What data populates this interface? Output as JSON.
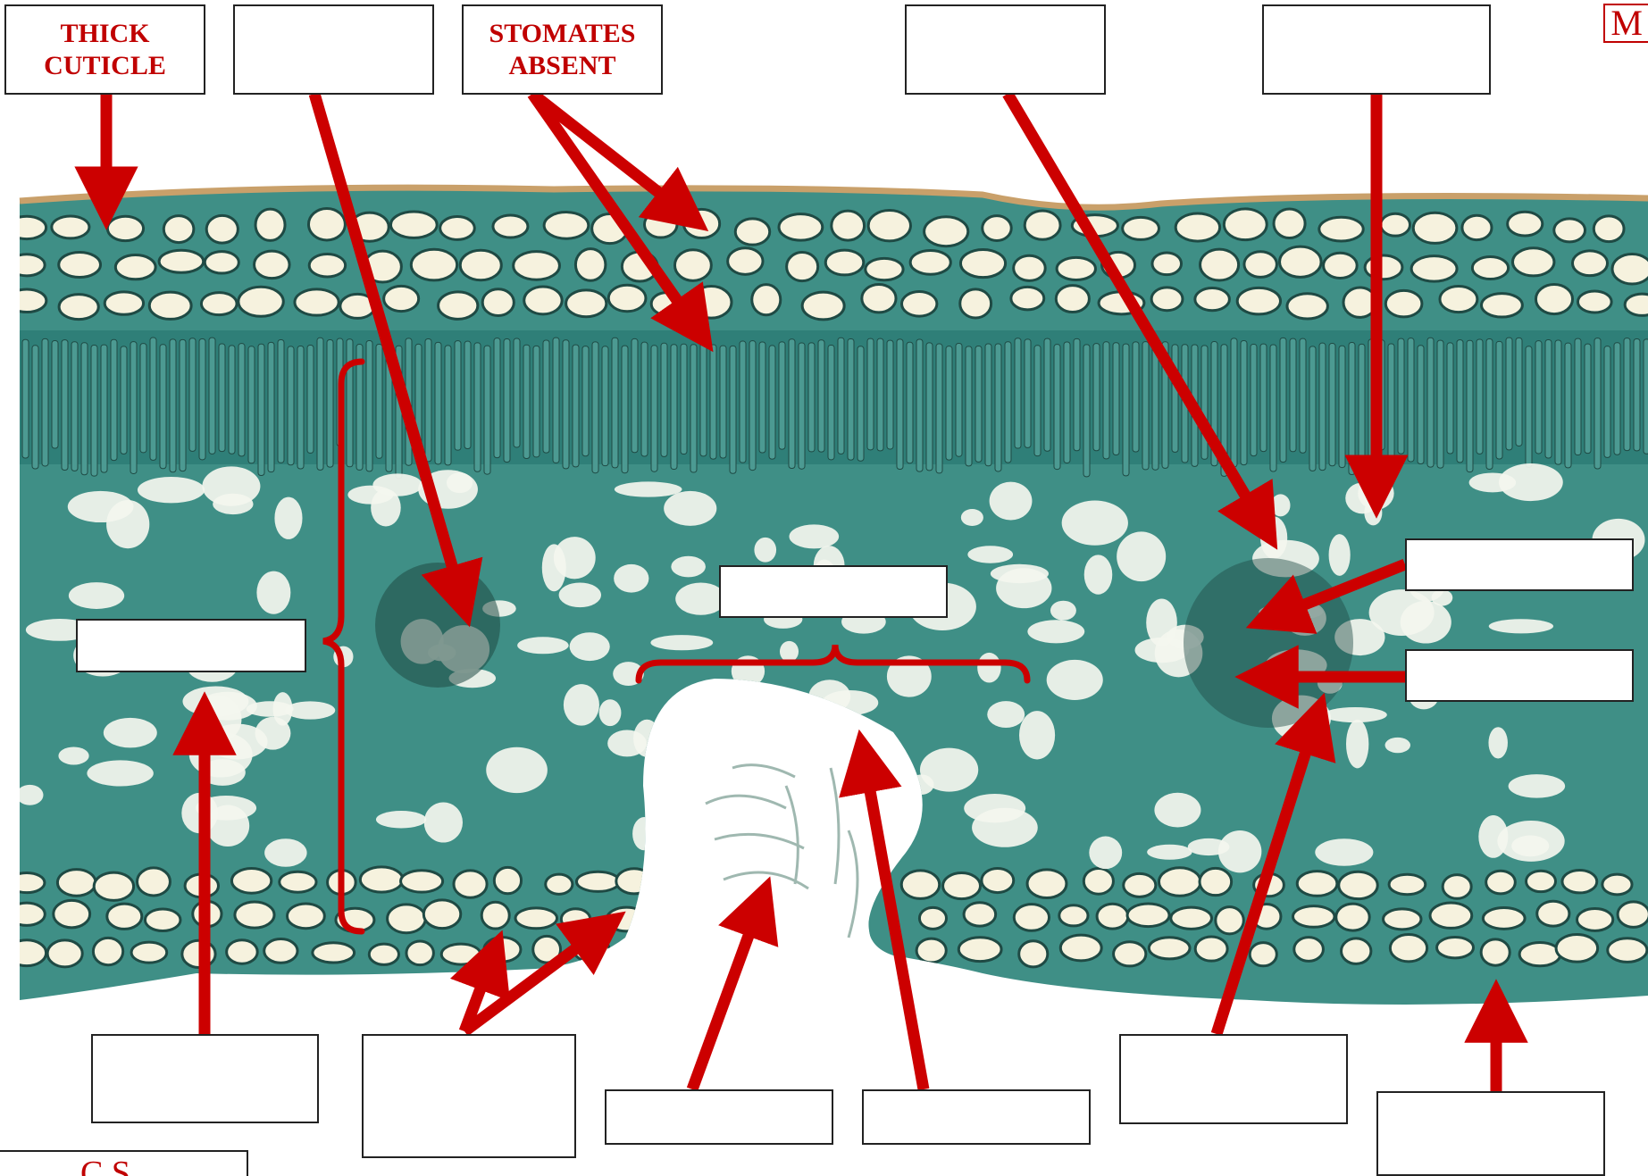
{
  "labels": {
    "thick_cuticle": "THICK\nCUTICLE",
    "stomates_absent": "STOMATES\nABSENT",
    "blank": ""
  },
  "corner_mark": "M",
  "caption": "C.S.",
  "colors": {
    "arrow": "#cc0000",
    "tissue": "#3f8f86",
    "tissue_dark": "#1f4a44",
    "cell_fill": "#f6f2de",
    "cuticle": "#c9a06a"
  }
}
